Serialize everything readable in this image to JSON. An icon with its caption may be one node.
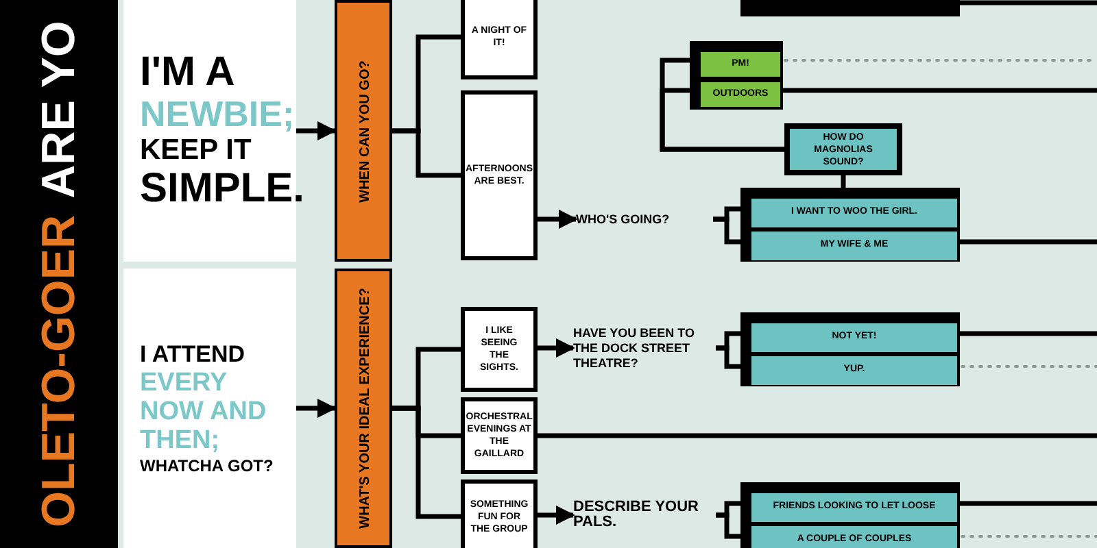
{
  "diagram": {
    "nodes": [
      {
        "text": [
          "OLETO-GOER",
          "ARE YO"
        ]
      },
      {
        "text": [
          "I'M A",
          "NEWBIE;",
          "KEEP IT",
          "SIMPLE."
        ]
      },
      {
        "text": [
          "I ATTEND",
          "EVERY NOW AND THEN;",
          "WHATCHA GOT?"
        ]
      },
      {
        "text": [
          "WHEN CAN YOU GO?"
        ]
      },
      {
        "text": [
          "WHAT'S YOUR IDEAL EXPERIENCE?"
        ]
      },
      {
        "text": [
          "A NIGHT OF IT!"
        ]
      },
      {
        "text": [
          "AFTERNOONS ARE BEST."
        ]
      },
      {
        "text": [
          "I LIKE SEEING THE SIGHTS."
        ]
      },
      {
        "text": [
          "ORCHESTRAL EVENINGS AT THE GAILLARD"
        ]
      },
      {
        "text": [
          "SOMETHING FUN FOR THE GROUP"
        ]
      },
      {
        "text": [],
        "shape": "box"
      },
      {
        "text": [],
        "shape": "box"
      },
      {
        "text": [
          "PM!"
        ],
        "in": 11
      },
      {
        "text": [
          "OUTDOORS"
        ],
        "in": 11
      },
      {
        "text": [
          "HOW DO MAGNOLIAS SOUND?"
        ]
      },
      {
        "text": [
          "WHO'S GOING?"
        ]
      },
      {
        "text": [],
        "shape": "box"
      },
      {
        "text": [
          "I WANT TO WOO THE GIRL."
        ],
        "in": 16
      },
      {
        "text": [
          "MY WIFE & ME"
        ],
        "in": 16
      },
      {
        "text": [
          "HAVE YOU BEEN TO THE DOCK STREET THEATRE?"
        ]
      },
      {
        "text": [],
        "shape": "box"
      },
      {
        "text": [
          "NOT YET!"
        ],
        "in": 20
      },
      {
        "text": [
          "YUP."
        ],
        "in": 20
      },
      {
        "text": [
          "DESCRIBE YOUR PALS."
        ]
      },
      {
        "text": [],
        "shape": "box"
      },
      {
        "text": [
          "FRIENDS LOOKING TO LET LOOSE"
        ],
        "in": 24
      },
      {
        "text": [
          "A COUPLE OF COUPLES"
        ],
        "in": 24
      }
    ],
    "edges": [
      {
        "from": 1,
        "to": 3,
        "arrow": "to"
      },
      {
        "from": 2,
        "to": 4,
        "arrow": "to"
      },
      {
        "from": 3,
        "to": 5,
        "arrow": "none"
      },
      {
        "from": 3,
        "to": 6,
        "arrow": "none"
      },
      {
        "from": 4,
        "to": 7,
        "arrow": "none"
      },
      {
        "from": 4,
        "to": 8,
        "arrow": "none"
      },
      {
        "from": 4,
        "to": 9,
        "arrow": "none"
      },
      {
        "from": 6,
        "to": 15,
        "arrow": "to"
      },
      {
        "from": 15,
        "to": 17,
        "arrow": "none"
      },
      {
        "from": 15,
        "to": 18,
        "arrow": "none"
      },
      {
        "from": 14,
        "to": 12,
        "arrow": "none"
      },
      {
        "from": 14,
        "to": 13,
        "arrow": "none"
      },
      {
        "from": 14,
        "to": 16,
        "arrow": "none"
      },
      {
        "from": 7,
        "to": 19,
        "arrow": "to"
      },
      {
        "from": 19,
        "to": 21,
        "arrow": "none"
      },
      {
        "from": 19,
        "to": 22,
        "arrow": "none"
      },
      {
        "from": 9,
        "to": 23,
        "arrow": "to"
      },
      {
        "from": 23,
        "to": 25,
        "arrow": "none"
      },
      {
        "from": 23,
        "to": 26,
        "arrow": "none"
      },
      {
        "from": 12,
        "to": null,
        "arrow": "none",
        "style": "dashed",
        "color": "#8a9a96"
      },
      {
        "from": 13,
        "to": null,
        "arrow": "none"
      },
      {
        "from": 18,
        "to": null,
        "arrow": "none"
      },
      {
        "from": 21,
        "to": null,
        "arrow": "none"
      },
      {
        "from": 22,
        "to": null,
        "arrow": "none",
        "style": "dashed",
        "color": "#8a9a96"
      },
      {
        "from": 8,
        "to": null,
        "arrow": "none"
      },
      {
        "from": 25,
        "to": null,
        "arrow": "none"
      },
      {
        "from": 26,
        "to": null,
        "arrow": "none",
        "style": "dashed",
        "color": "#8a9a96"
      },
      {
        "from": 10,
        "to": null,
        "arrow": "none"
      }
    ]
  }
}
